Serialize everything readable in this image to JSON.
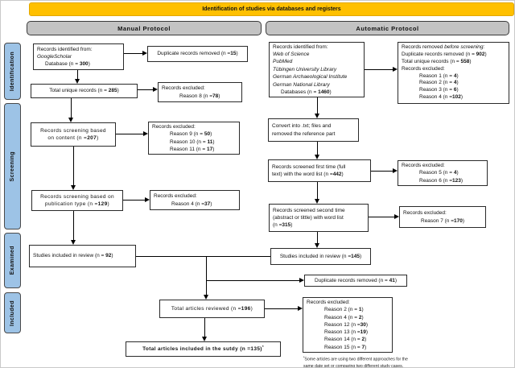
{
  "banner": {
    "title": "Identification of studies via databases and registers"
  },
  "headers": {
    "manual": "Manual Protocol",
    "automatic": "Automatic Protocol"
  },
  "sidebar": {
    "items": [
      "Identification",
      "Screening",
      "Examined",
      "Included"
    ]
  },
  "colors": {
    "banner_bg": "#FFC000",
    "sidebar_bg": "#9DC3E6",
    "header_bg": "#C3C3C3",
    "box_border": "#2a2a2a"
  },
  "manual": {
    "identified": {
      "lines": [
        {
          "t": "Records identified from:"
        },
        {
          "t": "GoogleScholar",
          "i": 1
        },
        {
          "pre": "Database (n = ",
          "num": "300",
          "post": ")",
          "ind2": 1
        }
      ]
    },
    "duplicates": {
      "lines": [
        {
          "pre": "Duplicate records removed (n =",
          "num": "15",
          "post": ")"
        }
      ]
    },
    "unique": {
      "lines": [
        {
          "pre": "Total unique records (n = ",
          "num": "285",
          "post": ")"
        }
      ]
    },
    "excluded1": {
      "lines": [
        {
          "t": "Records excluded:"
        },
        {
          "pre": "Reason 8 (n =",
          "num": "78",
          "post": ")",
          "ind": 1
        }
      ]
    },
    "screen_content": {
      "lines": [
        {
          "t": "Records screening based"
        },
        {
          "pre": "on content (n =",
          "num": "207",
          "post": ")"
        }
      ]
    },
    "excluded2": {
      "lines": [
        {
          "t": "Records excluded:"
        },
        {
          "pre": "Reason 9 (n = ",
          "num": "50",
          "post": ")",
          "ind": 1
        },
        {
          "pre": "Reason 10 (n = ",
          "num": "11",
          "post": ")",
          "ind": 1
        },
        {
          "pre": "Reason 11 (n = ",
          "num": "17",
          "post": ")",
          "ind": 1
        }
      ]
    },
    "screen_pub": {
      "lines": [
        {
          "t": "Records screening based on"
        },
        {
          "pre": "publication type (n =",
          "num": "129",
          "post": ")"
        }
      ]
    },
    "excluded3": {
      "lines": [
        {
          "t": "Records excluded:"
        },
        {
          "pre": "Reason 4 (n =",
          "num": "37",
          "post": ")",
          "ind": 1
        }
      ]
    },
    "included_review": {
      "lines": [
        {
          "pre": "Studies included in review (n = ",
          "num": "92",
          "post": ")"
        }
      ]
    }
  },
  "automatic": {
    "identified": {
      "lines": [
        {
          "t": "Records identified from:"
        },
        {
          "t": "Web of Science",
          "i": 1
        },
        {
          "t": "PubMed",
          "i": 1
        },
        {
          "t": "Tübingen University Library",
          "i": 1
        },
        {
          "t": "German Archaeological Institute",
          "i": 1
        },
        {
          "t": "German National Library",
          "i": 1
        },
        {
          "pre": "Databases (n = ",
          "num": "1460",
          "post": ")",
          "ind2": 1
        }
      ]
    },
    "removed": {
      "lines": [
        {
          "seg": [
            {
              "t": "Records removed "
            },
            {
              "t": "before screening:",
              "i": 1
            }
          ]
        },
        {
          "pre": "Duplicate records removed (n = ",
          "num": "902",
          "post": ")"
        },
        {
          "pre": "Total unique records (n = ",
          "num": "558",
          "post": ")"
        },
        {
          "t": "Records excluded:"
        },
        {
          "pre": "Reason 1 (n = ",
          "num": "4",
          "post": ")",
          "ind": 1
        },
        {
          "pre": "Reason 2 (n = ",
          "num": "4",
          "post": ")",
          "ind": 1
        },
        {
          "pre": "Reason 3 (n = ",
          "num": "6",
          "post": ")",
          "ind": 1
        },
        {
          "pre": "Reason 4 (n =",
          "num": "102",
          "post": ")",
          "ind": 1
        }
      ]
    },
    "convert": {
      "lines": [
        {
          "t": "Convert into .txt; files and"
        },
        {
          "t": "removed the reference part"
        }
      ]
    },
    "screen1": {
      "lines": [
        {
          "t": "Records screened first time (full"
        },
        {
          "pre": "text) with the word list (n =",
          "num": "442",
          "post": ")"
        }
      ]
    },
    "excluded1": {
      "lines": [
        {
          "t": "Records excluded:"
        },
        {
          "pre": "Reason 5 (n = ",
          "num": "4",
          "post": ")",
          "ind": 1
        },
        {
          "pre": "Reason 6 (n =",
          "num": "123",
          "post": ")",
          "ind": 1
        }
      ]
    },
    "screen2": {
      "lines": [
        {
          "t": "Records screened second time"
        },
        {
          "t": "(abstract or tittle) with word list"
        },
        {
          "pre": "(n =",
          "num": "315",
          "post": ")"
        }
      ]
    },
    "excluded2": {
      "lines": [
        {
          "t": "Records excluded:"
        },
        {
          "pre": "Reason 7 (n =",
          "num": "170",
          "post": ")",
          "ind": 1
        }
      ]
    },
    "included_review": {
      "lines": [
        {
          "pre": "Studies included in review (n =",
          "num": "145",
          "post": ")"
        }
      ]
    },
    "duplicates": {
      "lines": [
        {
          "pre": "Duplicate records removed (n = ",
          "num": "41",
          "post": ")"
        }
      ]
    }
  },
  "combined": {
    "reviewed": {
      "lines": [
        {
          "pre": "Total articles reviewed (n =",
          "num": "196",
          "post": ")"
        }
      ]
    },
    "excluded": {
      "lines": [
        {
          "t": "Records excluded:"
        },
        {
          "pre": "Reason 2 (n = ",
          "num": "1",
          "post": ")",
          "ind": 1
        },
        {
          "pre": "Reason 4 (n = ",
          "num": "2",
          "post": ")",
          "ind": 1
        },
        {
          "pre": "Reason 12 (n =",
          "num": "30",
          "post": ")",
          "ind": 1
        },
        {
          "pre": "Reason 13 (n =",
          "num": "19",
          "post": ")",
          "ind": 1
        },
        {
          "pre": "Reason 14 (n = ",
          "num": "2",
          "post": ")",
          "ind": 1
        },
        {
          "pre": "Reason 15 (n = ",
          "num": "7",
          "post": ")",
          "ind": 1
        }
      ]
    },
    "final": {
      "lines": [
        {
          "seg": [
            {
              "t": "Total articles included in the sutdy (n ="
            },
            {
              "t": "135",
              "b": 1
            },
            {
              "t": ")"
            },
            {
              "t": "*",
              "s": 1
            }
          ]
        }
      ]
    },
    "footnote": {
      "lines": [
        {
          "seg": [
            {
              "t": "*",
              "b": 1,
              "s": 1
            },
            {
              "t": "Some articles are using two different approaches for the"
            }
          ]
        },
        {
          "t": "same date set or comparing two different study cases."
        }
      ]
    }
  }
}
